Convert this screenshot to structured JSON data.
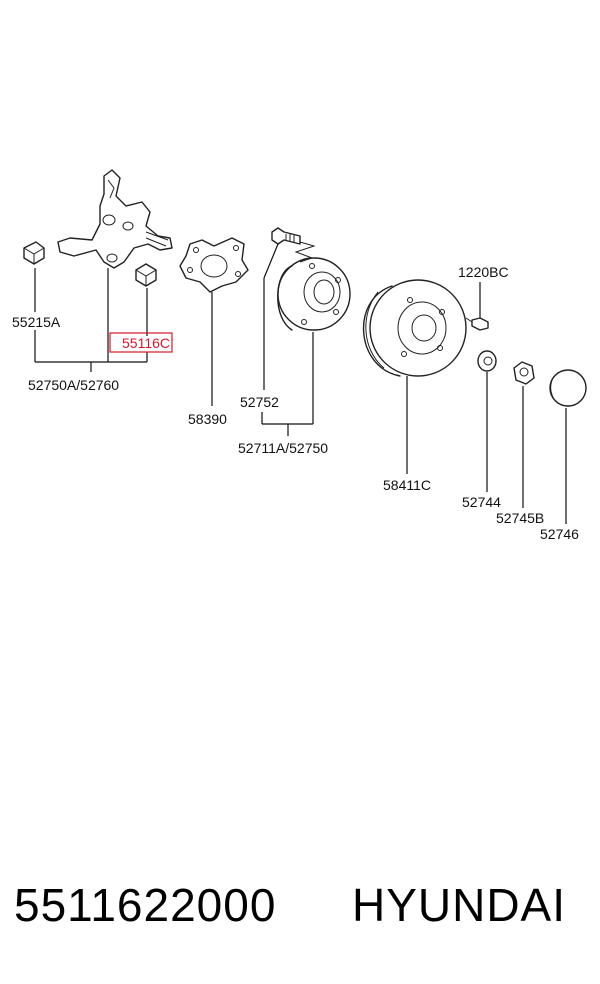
{
  "labels": {
    "p55215A": "55215A",
    "p55116C": "55116C",
    "p52750A_52760": "52750A/52760",
    "p58390": "58390",
    "p52752": "52752",
    "p52711A_52750": "52711A/52750",
    "p1220BC": "1220BC",
    "p58411C": "58411C",
    "p52744": "52744",
    "p52745B": "52745B",
    "p52746": "52746"
  },
  "highlight": {
    "label": "55116C",
    "color": "#d11a2a"
  },
  "footer": {
    "part_number": "5511622000",
    "brand": "HYUNDAI"
  }
}
